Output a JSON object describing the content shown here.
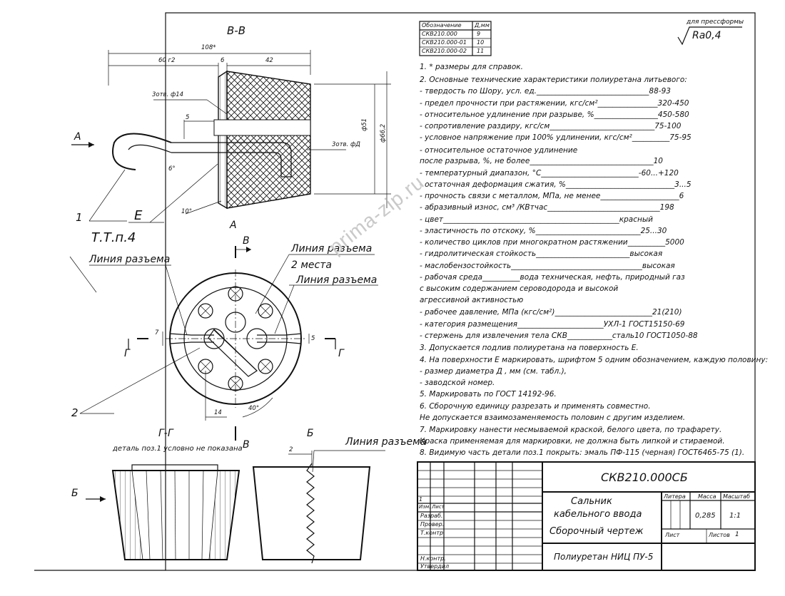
{
  "top_right": {
    "label": "для прессформы",
    "roughness": "Ra0,4"
  },
  "variants_table": {
    "headers": [
      "Обозначение",
      "Д,мм"
    ],
    "rows": [
      [
        "СКВ210.000",
        "9"
      ],
      [
        "СКВ210.000-01",
        "10"
      ],
      [
        "СКВ210.000-02",
        "11"
      ]
    ]
  },
  "views": {
    "bb_title": "В-В",
    "gg_title": "Г-Г",
    "b_title": "Б",
    "gg_note": "деталь поз.1 условно не показана",
    "a_label": "А",
    "tt_label": "Т.Т.п.4",
    "e_label": "Е",
    "item_1": "1",
    "item_2": "2",
    "parting_line_1": "Линия разъема",
    "parting_line_2": "Линия разъема",
    "parting_line_3": "Линия разъема",
    "parting_line_4": "Линия разъема",
    "two_places": "2 места",
    "section_b_letter": "В",
    "section_g_letter": "Г",
    "section_b_letter_bottom": "В",
    "a_top": "А",
    "b_side": "Б"
  },
  "dimensions": {
    "d108": "108*",
    "d60": "60 г2",
    "d6": "6",
    "d42": "42",
    "hole14": "3отв. ф14",
    "d5": "5",
    "holeD": "3отв. фД",
    "d51": "ф51",
    "d66": "ф66,2",
    "a6": "6°",
    "a10": "10°",
    "d7": "7",
    "d5b": "5",
    "d14": "14",
    "a40": "40°",
    "d2": "2"
  },
  "notes": [
    "1. * размеры для справок.",
    "2. Основные технические характеристики полиуретана литьевого:",
    "- твердость по Шору, усл. ед.______________________________88-93",
    "- предел прочности при растяжении, кгс/см²________________320-450",
    "- относительное удлинение при разрыве, %_________________450-580",
    "- сопротивление раздиру, кгс/см____________________________75-100",
    "- условное напряжение при 100% удлинении, кгс/см²__________75-95",
    "- относительное остаточное удлинение",
    "  после разрыва, %, не более_________________________________10",
    "- температурный диапазон, °С__________________________-60...+120",
    "- остаточная деформация сжатия, %_____________________________3...5",
    "- прочность связи с металлом, МПа, не менее_____________________6",
    "- абразивный износ, см³ /КВтчас______________________________198",
    "- цвет_______________________________________________красный",
    "- эластичность по отскоку, %____________________________25...30",
    "- количество циклов при многократном растяжении__________5000",
    "- гидролитическая стойкость_________________________высокая",
    "- маслобензостойкость___________________________________высокая",
    "- рабочая среда__________вода техническая, нефть, природный газ",
    "  с высоким содержанием сероводорода и высокой",
    "  агрессивной активностью",
    "- рабочее давление, МПа (кгс/см²)__________________________21(210)",
    "- категория размещения_______________________УХЛ-1 ГОСТ15150-69",
    "- стержень для извлечения тела СКВ____________сталь10 ГОСТ1050-88",
    "3. Допускается подлив полиуретана на поверхность Е.",
    "4. На поверхности Е маркировать, шрифтом 5 одним обозначением, каждую половину:",
    "- размер диаметра Д , мм (см. табл.),",
    "- заводской номер.",
    "5. Маркировать по ГОСТ 14192-96.",
    "6. Сборочную единицу разрезать и применять совместно.",
    "   Не допускается взаимозаменяемость половин с другим изделием.",
    "7. Маркировку нанести несмываемой краской, белого цвета, по трафарету.",
    "   Краска применяемая для маркировки, не должна быть липкой и стираемой.",
    "8. Видимую часть детали поз.1 покрыть: эмаль ПФ-115 (черная) ГОСТ6465-75 (1)."
  ],
  "title_block": {
    "designation": "СКВ210.000СБ",
    "name_line1": "Сальник",
    "name_line2": "кабельного ввода",
    "name_line3": "Сборочный чертеж",
    "material": "Полиуретан НИЦ ПУ-5",
    "litera_header": "Литера",
    "mass_header": "Масса",
    "scale_header": "Масштаб",
    "mass": "0,285",
    "scale": "1:1",
    "sheet_label": "Лист",
    "sheets_label": "Листов",
    "sheets_value": "1",
    "row_number": "1",
    "roles": [
      "Изм.",
      "Лист",
      "Разраб.",
      "Провер.",
      "Т.контр.",
      "Н.контр.",
      "Утвердил"
    ]
  },
  "watermark": "prima-zip.ru"
}
